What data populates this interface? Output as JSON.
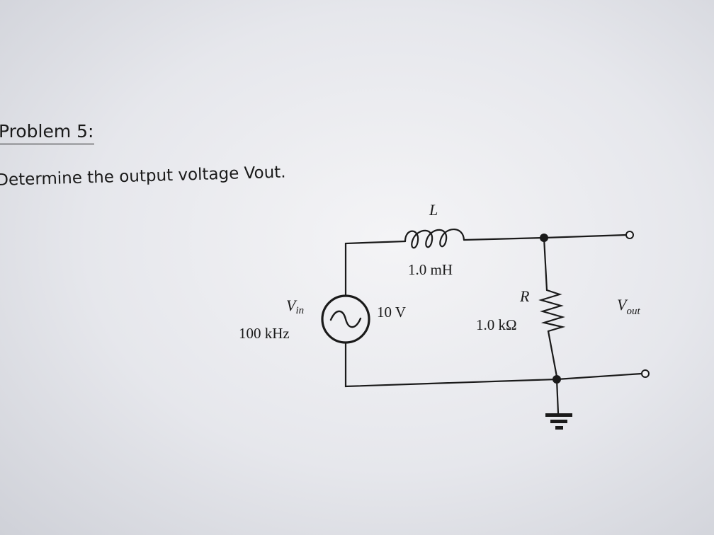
{
  "problem": {
    "heading": "Problem 5:",
    "question": "Determine the output voltage Vout."
  },
  "circuit": {
    "inductor": {
      "symbol": "L",
      "value": "1.0 mH"
    },
    "resistor": {
      "symbol": "R",
      "value": "1.0 kΩ"
    },
    "source": {
      "symbol": "V",
      "subscript": "in",
      "amplitude": "10 V",
      "frequency": "100 kHz"
    },
    "output": {
      "symbol": "V",
      "subscript": "out"
    },
    "icons": [
      "inductor-icon",
      "resistor-icon",
      "ac-source-icon",
      "ground-icon",
      "output-terminal-icon",
      "junction-dot-icon"
    ]
  }
}
